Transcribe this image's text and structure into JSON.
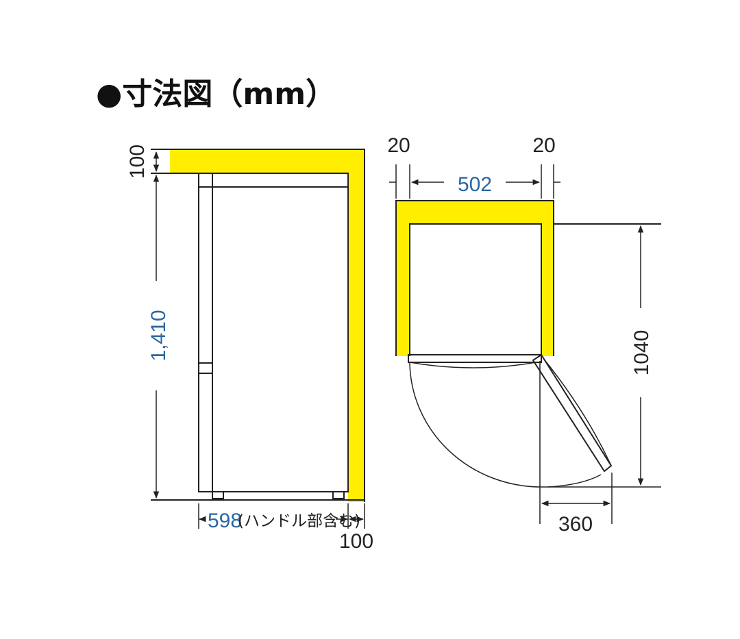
{
  "title": "●寸法図（mm）",
  "colors": {
    "clearance": "#ffee00",
    "dimension_blue": "#2a66a3",
    "line": "#222222"
  },
  "side_view": {
    "top_clearance": "100",
    "height": "1,410",
    "width": "598",
    "width_note": "(ハンドル部含む)",
    "side_clearance": "100"
  },
  "top_view": {
    "left_clearance": "20",
    "right_clearance": "20",
    "width": "502",
    "depth_with_door": "1040",
    "door_swing": "360"
  }
}
